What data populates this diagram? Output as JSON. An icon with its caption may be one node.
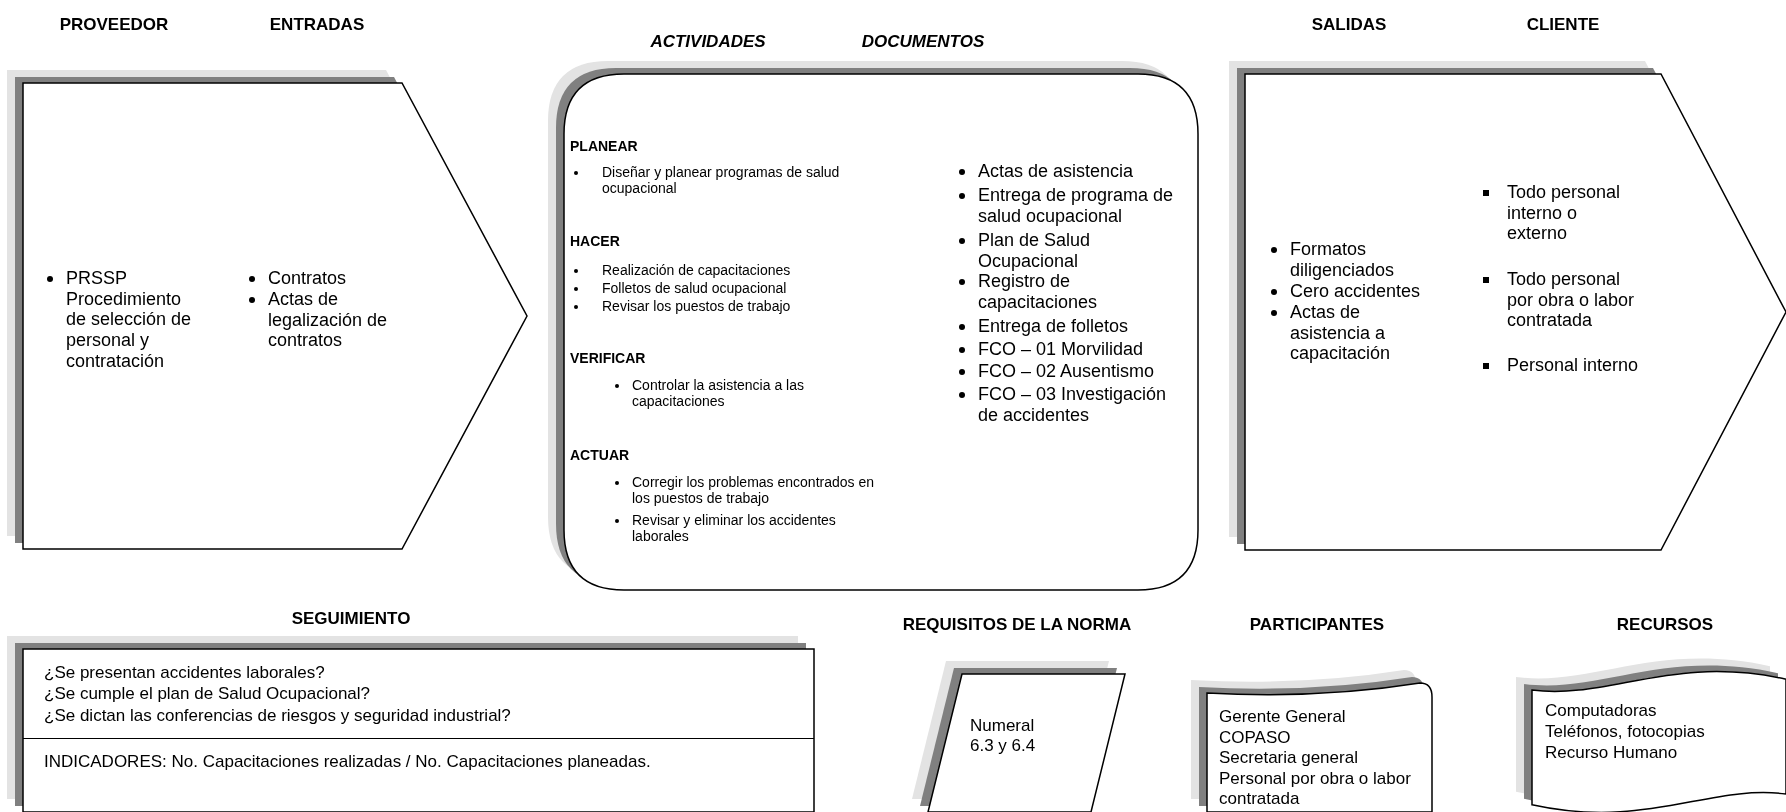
{
  "diagram": {
    "nodes": [
      {
        "text": [
          "PROVEEDOR",
          "ENTRADAS",
          "PRSSP Procedimiento de selección de personal y contratación",
          "Contratos",
          "Actas de legalización de contratos"
        ]
      },
      {
        "text": [
          "ACTIVIDADES",
          "DOCUMENTOS",
          "PLANEAR",
          "Diseñar y planear programas de salud ocupacional",
          "HACER",
          "Realización de capacitaciones",
          "Folletos de salud ocupacional",
          "Revisar los puestos de trabajo",
          "VERIFICAR",
          "Controlar la asistencia a las capacitaciones",
          "ACTUAR",
          "Corregir los problemas encontrados en los puestos de trabajo",
          "Revisar y eliminar los accidentes laborales",
          "Actas de asistencia",
          "Entrega de programa de salud ocupacional",
          "Plan de Salud Ocupacional",
          "Registro de capacitaciones",
          "Entrega de folletos",
          "FCO – 01 Morvilidad",
          "FCO – 02 Ausentismo",
          "FCO – 03 Investigación de accidentes"
        ]
      },
      {
        "text": [
          "SALIDAS",
          "CLIENTE",
          "Formatos diligenciados",
          "Cero accidentes",
          "Actas de asistencia a capacitación",
          "Todo personal interno o externo",
          "Todo personal por obra o labor contratada",
          "Personal interno"
        ]
      },
      {
        "text": [
          "SEGUIMIENTO",
          "¿Se presentan accidentes laborales?",
          "¿Se cumple el plan de Salud Ocupacional?",
          "¿Se dictan las conferencias de riesgos y seguridad industrial?",
          "INDICADORES: No. Capacitaciones realizadas / No. Capacitaciones planeadas."
        ]
      },
      {
        "text": [
          "REQUISITOS DE LA NORMA",
          "Numeral 6.3 y 6.4"
        ]
      },
      {
        "text": [
          "PARTICIPANTES",
          "Gerente General",
          "COPASO",
          "Secretaria general",
          "Personal por obra o labor contratada"
        ]
      },
      {
        "text": [
          "RECURSOS",
          "Computadoras",
          "Teléfonos, fotocopias",
          "Recurso Humano"
        ]
      }
    ]
  }
}
